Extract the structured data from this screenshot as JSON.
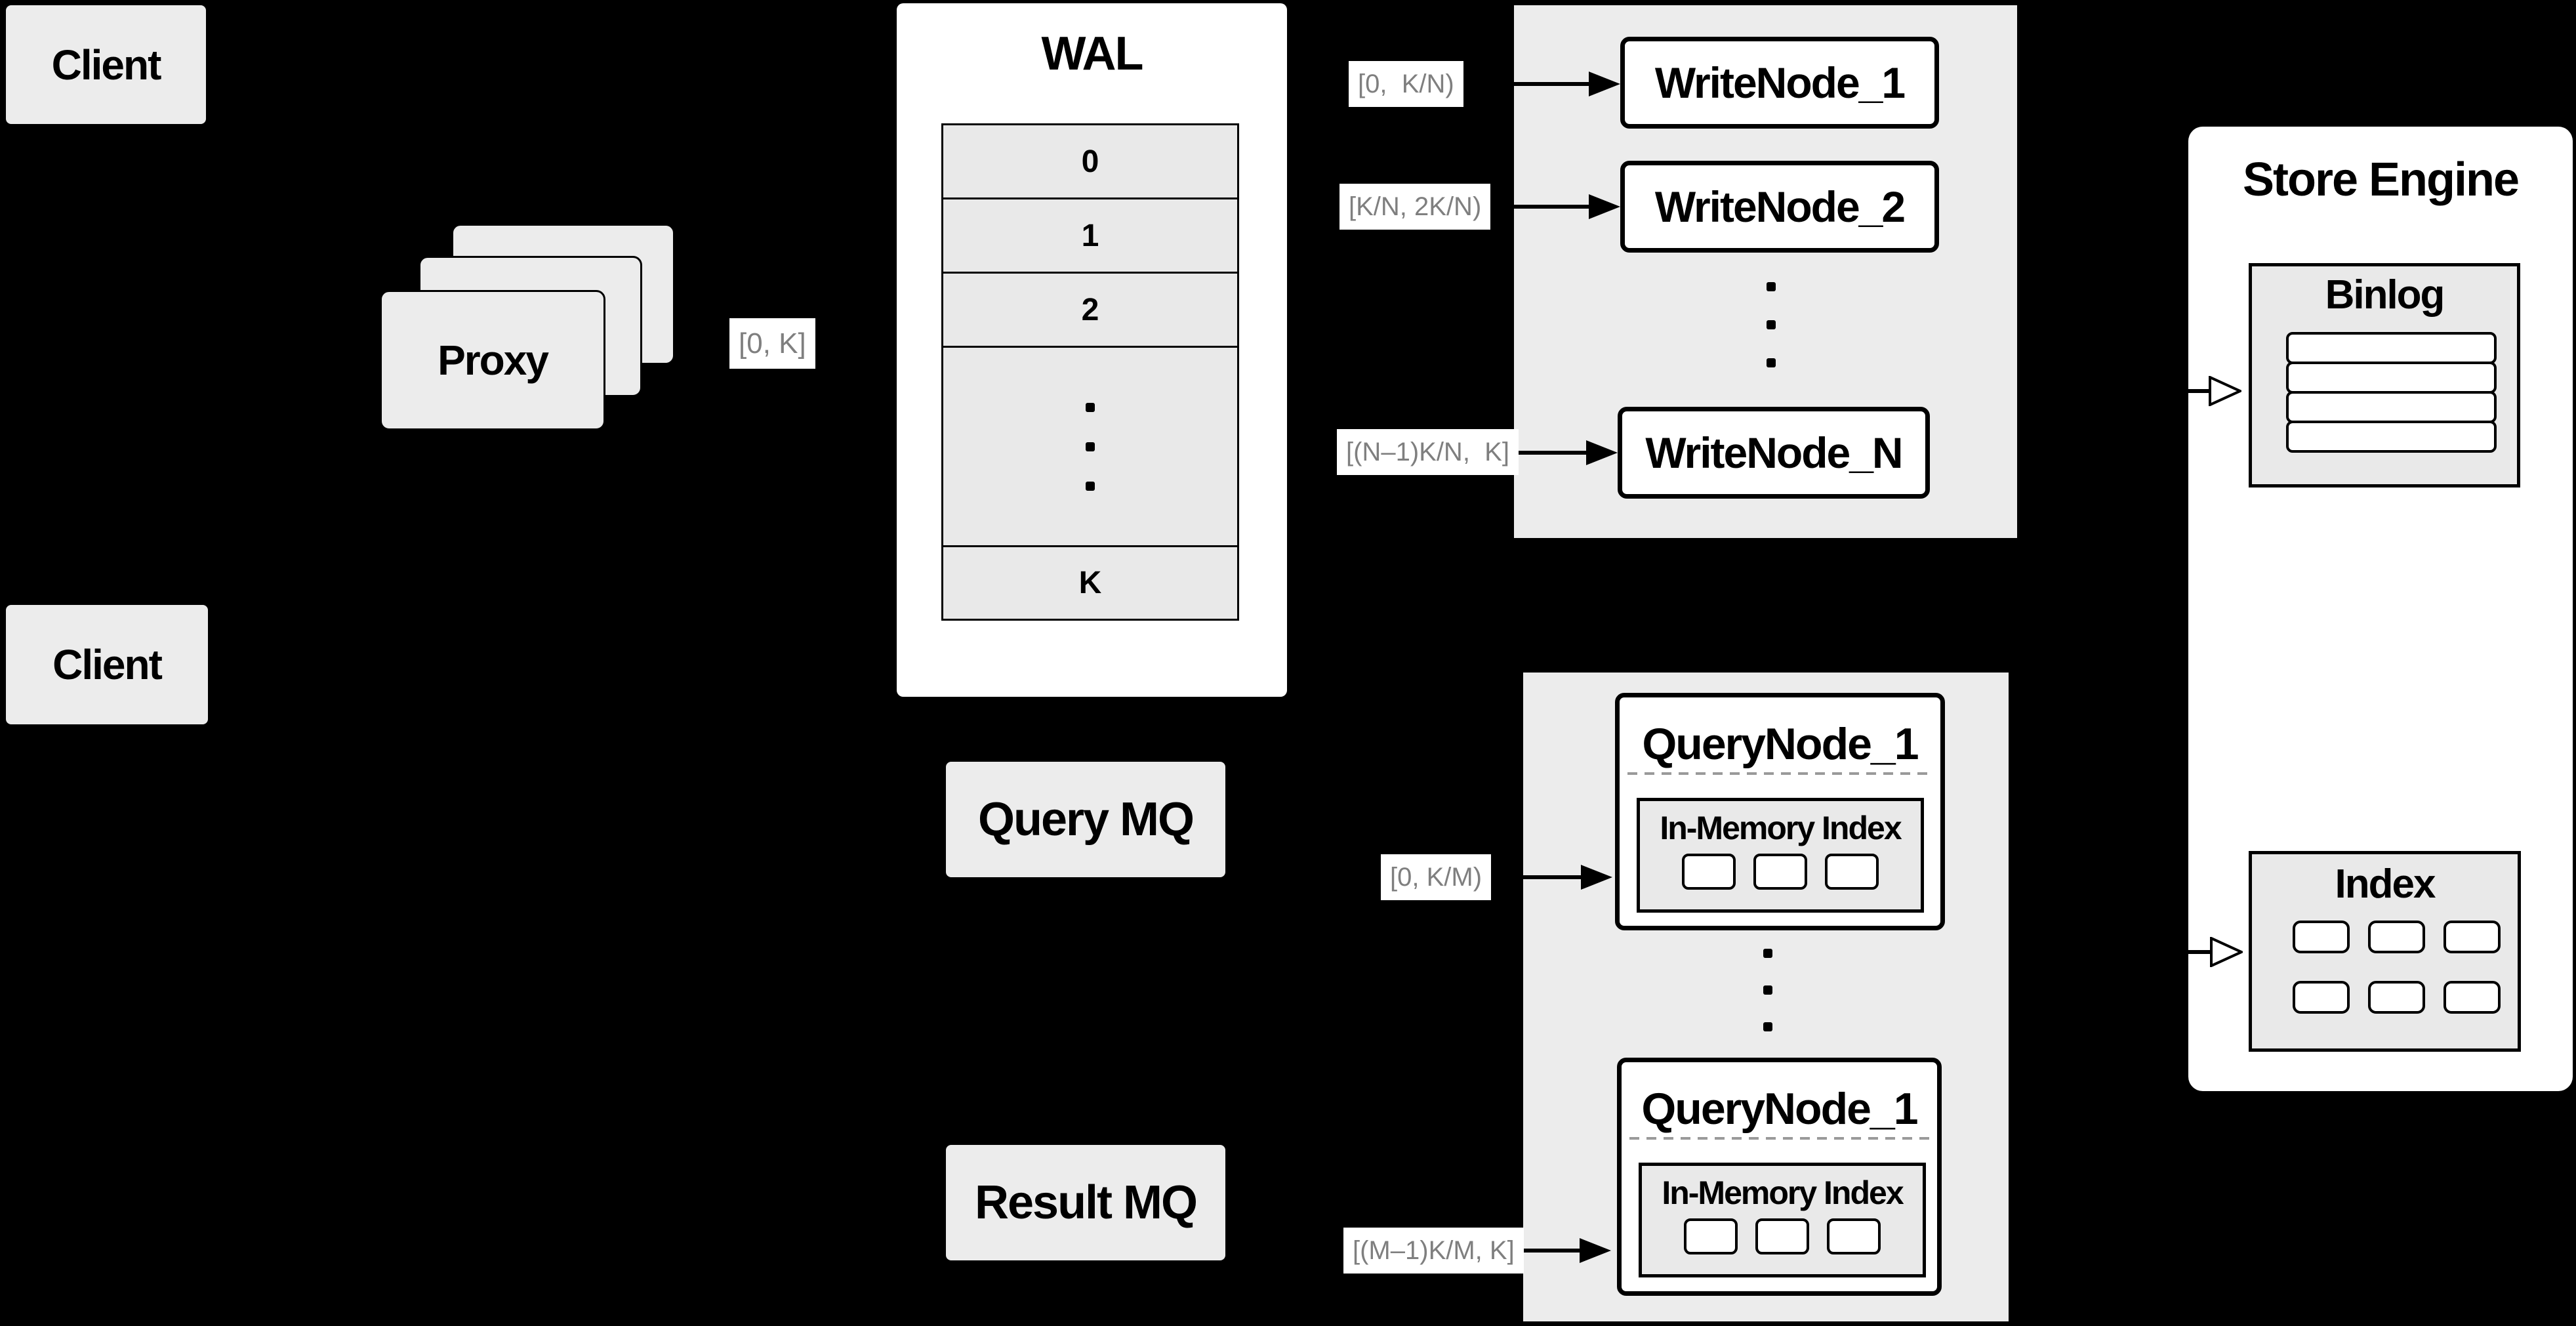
{
  "colors": {
    "background": "#000000",
    "panel_gray": "#ececec",
    "inner_gray": "#e9e9e9",
    "box_white": "#ffffff",
    "line_black": "#000000",
    "label_text_gray": "#7f7f7f",
    "dash_gray": "#9a9a9a"
  },
  "clients": {
    "top": "Client",
    "bottom": "Client"
  },
  "proxy": {
    "label": "Proxy"
  },
  "wal": {
    "title": "WAL",
    "rows": [
      "0",
      "1",
      "2",
      "K"
    ]
  },
  "labels": {
    "proxy_out": "[0, K]",
    "write_node_1": "[0,  K/N)",
    "write_node_2": "[K/N, 2K/N)",
    "write_node_n": "[(N–1)K/N,  K]",
    "query_node_1": "[0, K/M)",
    "query_node_m": "[(M–1)K/M, K]"
  },
  "write_cluster": {
    "node_1": "WriteNode_1",
    "node_2": "WriteNode_2",
    "node_n": "WriteNode_N"
  },
  "query_cluster": {
    "node_top": "QueryNode_1",
    "node_bottom": "QueryNode_1",
    "in_memory_index_top": "In-Memory Index",
    "in_memory_index_bottom": "In-Memory Index"
  },
  "mq": {
    "query": "Query MQ",
    "result": "Result MQ"
  },
  "store_engine": {
    "title": "Store Engine",
    "binlog": "Binlog",
    "index": "Index"
  }
}
